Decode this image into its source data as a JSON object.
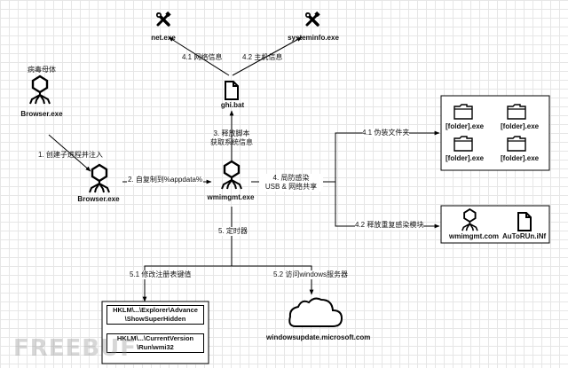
{
  "nodes": {
    "net": "net.exe",
    "systeminfo": "systeminfo.exe",
    "ghi": "ghi.bat",
    "virus_parent": "病毒母体",
    "browser_top": "Browser.exe",
    "browser_mid": "Browser.exe",
    "wmimgmt": "wmimgmt.exe",
    "folders": [
      "[folder].exe",
      "[folder].exe",
      "[folder].exe",
      "[folder].exe"
    ],
    "wmimgmt_com": "wmimgmt.com",
    "autorun": "AuToRUn.iNf",
    "reg1_line1": "HKLM\\...\\Explorer\\Advance",
    "reg1_line2": "\\ShowSuperHidden",
    "reg2_line1": "HKLM\\...\\CurrentVersion",
    "reg2_line2": "\\Run\\wmi32",
    "cloud": "windowsupdate.microsoft.com"
  },
  "edges": {
    "e41_net": "4.1 网络信息",
    "e42_sys": "4.2 主机信息",
    "e3_line1": "3. 释放脚本",
    "e3_line2": "获取系统信息",
    "e1": "1. 创建子进程并注入",
    "e2": "2. 自复制到%appdata%",
    "e4_line1": "4. 局防感染",
    "e4_line2": "USB & 网络共享",
    "e41_folder": "4.1 伪装文件夹",
    "e42_reinfect": "4.2 释放重复感染模块",
    "e5": "5. 定时器",
    "e51": "5.1 修改注册表键值",
    "e52": "5.2 访问windows服务器"
  },
  "watermark": "FREEBUF"
}
